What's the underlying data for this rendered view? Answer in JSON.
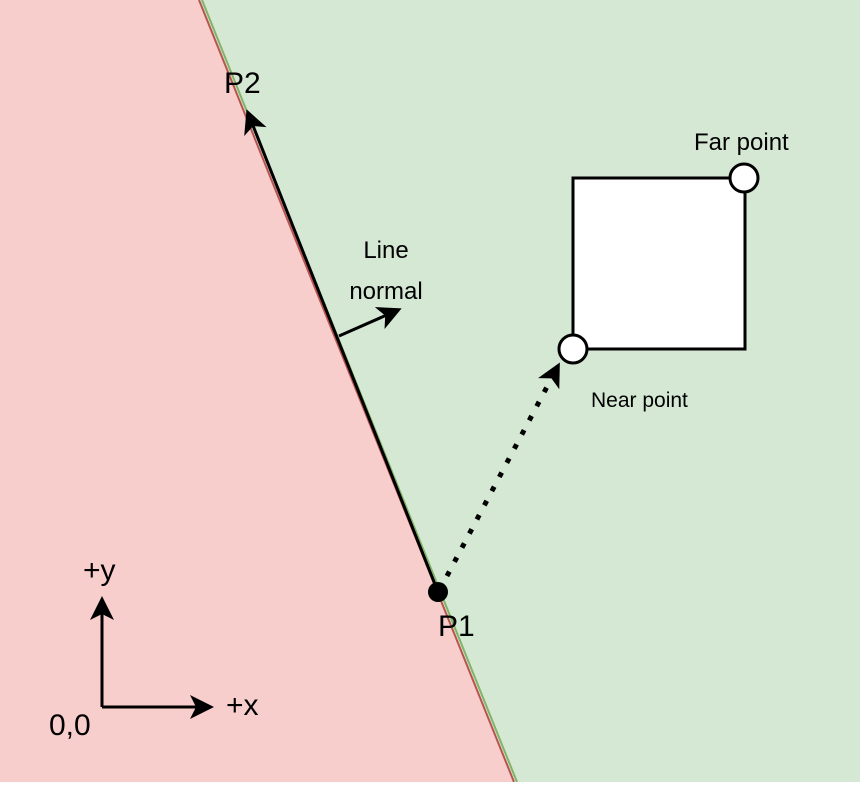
{
  "labels": {
    "p2": "P2",
    "p1": "P1",
    "line_normal_line1": "Line",
    "line_normal_line2": "normal",
    "far_point": "Far point",
    "near_point": "Near point",
    "axis_y": "+y",
    "axis_x": "+x",
    "origin": "0,0"
  },
  "colors": {
    "left_region": "#f8cecc",
    "right_region": "#d5e8d4",
    "boundary_left": "#b85450",
    "boundary_right": "#82b366",
    "stroke": "#000000",
    "box_fill": "#ffffff"
  }
}
